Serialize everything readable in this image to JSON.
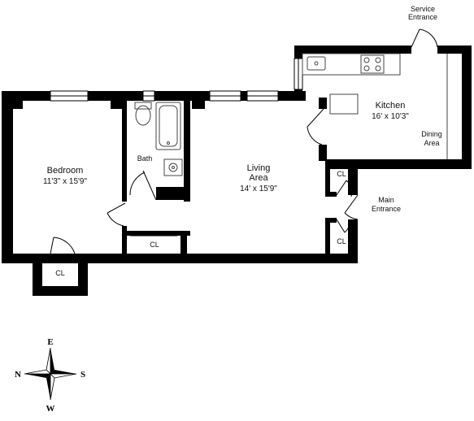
{
  "colors": {
    "wall": "#000000",
    "background": "#ffffff",
    "fixture": "#444444"
  },
  "labels": {
    "service_entrance_1": "Service",
    "service_entrance_2": "Entrance",
    "kitchen_name": "Kitchen",
    "kitchen_dims": "16' x 10'3\"",
    "dining_1": "Dining",
    "dining_2": "Area",
    "bedroom_name": "Bedroom",
    "bedroom_dims": "11'3\" x 15'9\"",
    "bath": "Bath",
    "living_1": "Living",
    "living_2": "Area",
    "living_dims": "14' x 15'9\"",
    "closet_label": "CL",
    "main_entrance_1": "Main",
    "main_entrance_2": "Entrance"
  },
  "compass": {
    "north": "N",
    "south": "S",
    "east": "E",
    "west": "W"
  }
}
